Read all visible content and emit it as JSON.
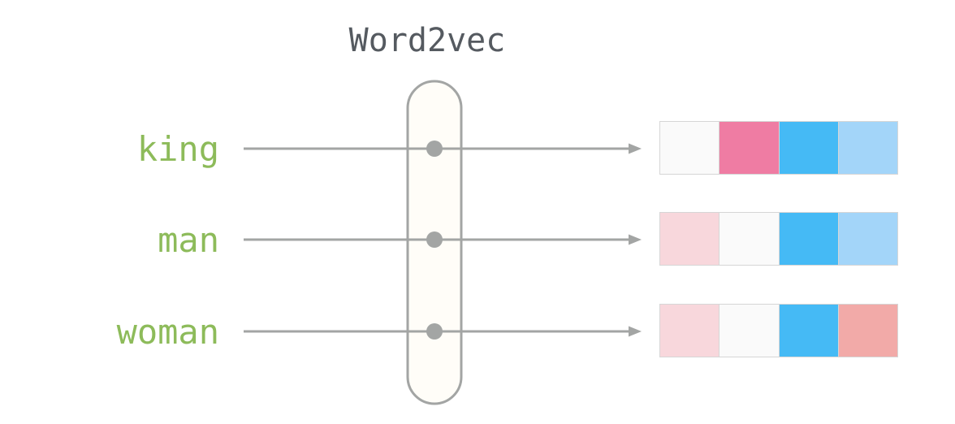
{
  "title": "Word2vec",
  "colors": {
    "word_text": "#8dbb5a",
    "title_text": "#555a60",
    "line": "#a3a5a4",
    "model_fill": "#fffdf8",
    "model_stroke": "#a3a5a4"
  },
  "rows": [
    {
      "word": "king",
      "vector_colors": [
        "#fafafa",
        "#ef7ca3",
        "#45baf5",
        "#a3d5f9"
      ]
    },
    {
      "word": "man",
      "vector_colors": [
        "#f8d7dc",
        "#fafafa",
        "#45baf5",
        "#a3d5f9"
      ]
    },
    {
      "word": "woman",
      "vector_colors": [
        "#f8d7dc",
        "#fafafa",
        "#45baf5",
        "#f2aaa8"
      ]
    }
  ]
}
